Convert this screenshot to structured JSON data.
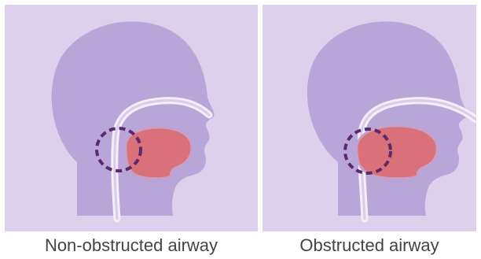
{
  "colors": {
    "panel_background": "#dcd0ec",
    "head_fill": "#b8a6d8",
    "airway_white": "#f3eef8",
    "tongue_fill": "#d9707a",
    "tongue_stroke": "#c8a0c6",
    "marker_dashed_circle": "#5c2a6a",
    "caption_text": "#444444"
  },
  "panels": [
    {
      "caption": "Non-obstructed airway",
      "state": "open"
    },
    {
      "caption": "Obstructed airway",
      "state": "blocked"
    }
  ]
}
